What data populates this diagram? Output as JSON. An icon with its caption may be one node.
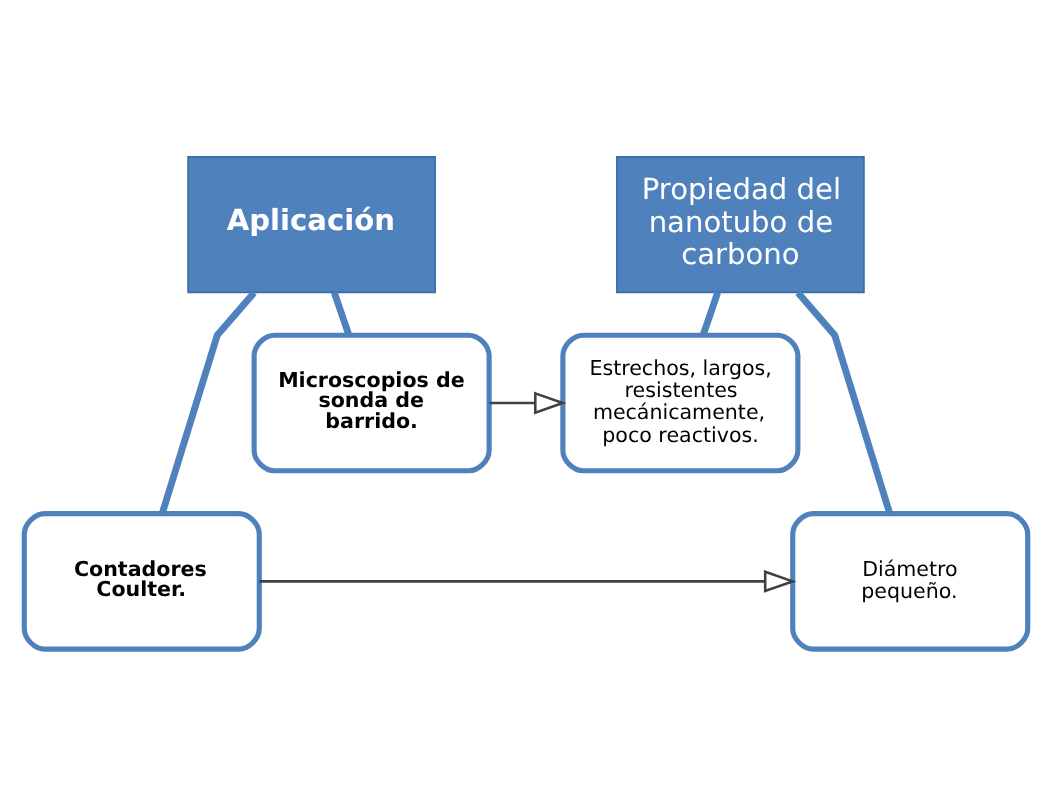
{
  "diagram": {
    "nodes": [
      {
        "text": [
          "Aplicación"
        ]
      },
      {
        "text": [
          "Microscopios de sonda de barrido."
        ]
      },
      {
        "text": [
          "Contadores Coulter."
        ]
      },
      {
        "text": [
          "Propiedad del nanotubo de carbono"
        ]
      },
      {
        "text": [
          "Estrechos, largos, resistentes mecánicamente, poco reactivos."
        ]
      },
      {
        "text": [
          "Diámetro pequeño."
        ]
      }
    ],
    "edges": [
      {
        "from": 0,
        "to": 1,
        "arrow": "none"
      },
      {
        "from": 0,
        "to": 2,
        "arrow": "none"
      },
      {
        "from": 3,
        "to": 4,
        "arrow": "none"
      },
      {
        "from": 3,
        "to": 5,
        "arrow": "none"
      },
      {
        "from": 1,
        "to": 4,
        "arrow": "to",
        "color": "#404040"
      },
      {
        "from": 2,
        "to": 5,
        "arrow": "to",
        "color": "#404040"
      }
    ]
  }
}
